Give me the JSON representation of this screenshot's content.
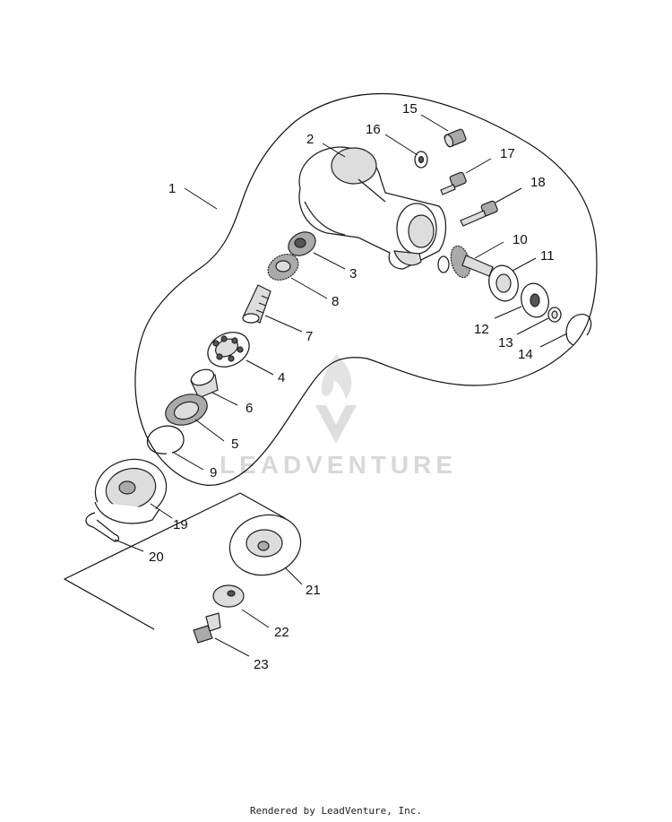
{
  "callouts": [
    "1",
    "2",
    "3",
    "4",
    "5",
    "6",
    "7",
    "8",
    "9",
    "10",
    "11",
    "12",
    "13",
    "14",
    "15",
    "16",
    "17",
    "18",
    "19",
    "20",
    "21",
    "22",
    "23"
  ],
  "watermark": {
    "text": "LEADVENTURE"
  },
  "footer": {
    "text": "Rendered by LeadVenture, Inc."
  }
}
